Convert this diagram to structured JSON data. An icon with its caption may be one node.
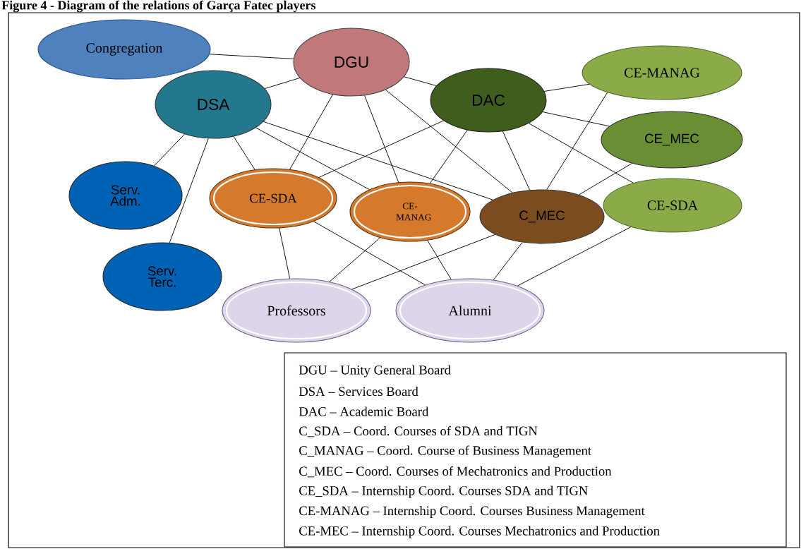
{
  "diagram": {
    "title": "Figure 4 - Diagram of the relations of Garça Fatec players",
    "nodes": [
      {
        "text": [
          "Congregation"
        ]
      },
      {
        "text": [
          "DGU"
        ]
      },
      {
        "text": [
          "DSA"
        ]
      },
      {
        "text": [
          "DAC"
        ]
      },
      {
        "text": [
          "CE-MANAG"
        ]
      },
      {
        "text": [
          "CE_MEC"
        ]
      },
      {
        "text": [
          "Serv. Adm."
        ]
      },
      {
        "text": [
          "CE-SDA"
        ]
      },
      {
        "text": [
          "CE-MANAG"
        ]
      },
      {
        "text": [
          "C_MEC"
        ]
      },
      {
        "text": [
          "CE-SDA"
        ]
      },
      {
        "text": [
          "Serv. Terc."
        ]
      },
      {
        "text": [
          "Professors"
        ]
      },
      {
        "text": [
          "Alumni"
        ]
      }
    ],
    "edges": [
      {
        "from": 0,
        "to": 1,
        "arrow": "none"
      },
      {
        "from": 2,
        "to": 1,
        "arrow": "none"
      },
      {
        "from": 1,
        "to": 3,
        "arrow": "none"
      },
      {
        "from": 2,
        "to": 6,
        "arrow": "none"
      },
      {
        "from": 2,
        "to": 11,
        "arrow": "none"
      },
      {
        "from": 2,
        "to": 7,
        "arrow": "none"
      },
      {
        "from": 2,
        "to": 8,
        "arrow": "none"
      },
      {
        "from": 2,
        "to": 9,
        "arrow": "none"
      },
      {
        "from": 1,
        "to": 7,
        "arrow": "none"
      },
      {
        "from": 1,
        "to": 8,
        "arrow": "none"
      },
      {
        "from": 1,
        "to": 9,
        "arrow": "none"
      },
      {
        "from": 3,
        "to": 4,
        "arrow": "none"
      },
      {
        "from": 3,
        "to": 5,
        "arrow": "none"
      },
      {
        "from": 3,
        "to": 7,
        "arrow": "none"
      },
      {
        "from": 3,
        "to": 8,
        "arrow": "none"
      },
      {
        "from": 3,
        "to": 9,
        "arrow": "none"
      },
      {
        "from": 3,
        "to": 10,
        "arrow": "none"
      },
      {
        "from": 4,
        "to": 9,
        "arrow": "none"
      },
      {
        "from": 5,
        "to": 9,
        "arrow": "none"
      },
      {
        "from": 7,
        "to": 12,
        "arrow": "none"
      },
      {
        "from": 8,
        "to": 12,
        "arrow": "none"
      },
      {
        "from": 9,
        "to": 12,
        "arrow": "none"
      },
      {
        "from": 7,
        "to": 13,
        "arrow": "none"
      },
      {
        "from": 8,
        "to": 13,
        "arrow": "none"
      },
      {
        "from": 9,
        "to": 13,
        "arrow": "none"
      },
      {
        "from": 10,
        "to": 13,
        "arrow": "none"
      }
    ],
    "labels": [
      "DGU – Unity General Board",
      "DSA – Services Board",
      "DAC – Academic Board",
      "C_SDA – Coord. Courses of SDA and TIGN",
      "C_MANAG – Coord. Course of Business Management",
      "C_MEC – Coord. Courses of Mechatronics and Production",
      "CE_SDA – Internship Coord. Courses SDA and TIGN",
      "CE-MANAG – Internship Coord. Courses Business Management",
      "CE-MEC – Internship Coord. Courses Mechatronics and Production"
    ]
  }
}
